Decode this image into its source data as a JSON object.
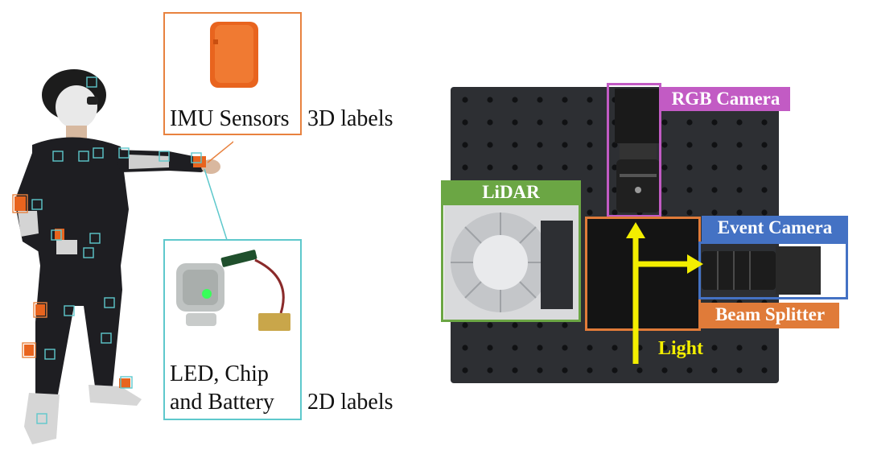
{
  "left_panel": {
    "imu_callout": {
      "title": "IMU Sensors",
      "suffix": "3D labels"
    },
    "led_callout": {
      "line1": "LED, Chip",
      "line2": "and Battery",
      "suffix": "2D labels"
    },
    "colors": {
      "imu_box": "#e8823f",
      "led_box": "#5ec8cc",
      "sensor_orange": "#e8641e"
    }
  },
  "right_panel": {
    "rgb_camera": {
      "label": "RGB Camera",
      "color": "#c25bc4"
    },
    "lidar": {
      "label": "LiDAR",
      "color": "#6ba644"
    },
    "event_camera": {
      "label": "Event Camera",
      "color": "#4472c4"
    },
    "beam_splitter": {
      "label": "Beam Splitter",
      "color": "#e07b39"
    },
    "light": {
      "label": "Light",
      "color": "#f3ee00"
    }
  }
}
